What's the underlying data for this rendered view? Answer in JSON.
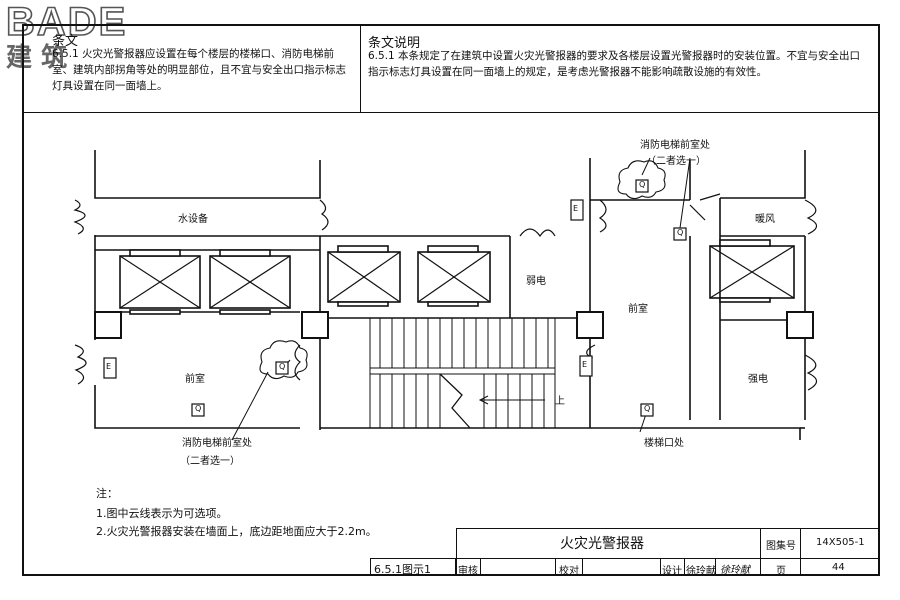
{
  "logo": {
    "brand": "BADE",
    "sub": "建 筑"
  },
  "header": {
    "left_title": "条文",
    "left_text": "6.5.1 火灾光警报器应设置在每个楼层的楼梯口、消防电梯前室、建筑内部拐角等处的明显部位，且不宜与安全出口指示标志灯具设置在同一面墙上。",
    "right_title": "条文说明",
    "right_text": "6.5.1 本条规定了在建筑中设置火灾光警报器的要求及各楼层设置光警报器时的安装位置。不宜与安全出口指示标志灯具设置在同一面墙上的规定，是考虑光警报器不能影响疏散设施的有效性。"
  },
  "plan": {
    "rooms": {
      "water": "水设备",
      "front_left": "前室",
      "weak": "弱电",
      "front_right": "前室",
      "hvac": "暖风",
      "strong": "强电"
    },
    "labels": {
      "elevator_top": "消防电梯前室处",
      "choose_top": "（二者选一）",
      "elevator_left": "消防电梯前室处",
      "choose_left": "（二者选一）",
      "stair_mouth": "楼梯口处",
      "up": "上"
    },
    "symbols": {
      "exit_sign": "E",
      "light_alarm": "Q"
    }
  },
  "notes": {
    "heading": "注：",
    "items": [
      "1.图中云线表示为可选项。",
      "2.火灾光警报器安装在墙面上，底边距地面应大于2.2m。"
    ]
  },
  "title_block": {
    "title": "火灾光警报器",
    "atlas_label": "图集号",
    "atlas_no": "14X505-1",
    "figure_no": "6.5.1图示1",
    "review": "审核",
    "check": "校对",
    "design": "设计",
    "designer": "徐玲献",
    "signature": "徐玲献",
    "page_label": "页",
    "page_no": "44"
  }
}
